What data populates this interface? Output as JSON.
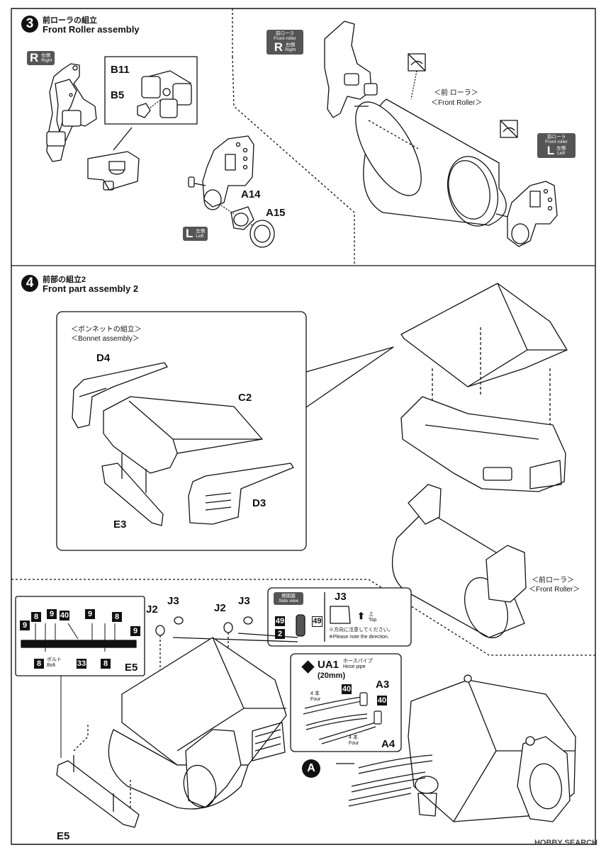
{
  "step3": {
    "number": "3",
    "title_jp": "前ローラの組立",
    "title_en": "Front Roller assembly",
    "right_tag": {
      "letter": "R",
      "jp": "右側",
      "en": "Right"
    },
    "left_tag": {
      "letter": "L",
      "jp": "左側",
      "en": "Left"
    },
    "parts": {
      "b11": "B11",
      "b5": "B5",
      "a14": "A14",
      "a15": "A15"
    },
    "front_roller_r_tag": {
      "jp": "前ローラ",
      "en": "Front roller",
      "letter": "R",
      "side_jp": "右側",
      "side_en": "Right"
    },
    "front_roller_l_tag": {
      "jp": "前ローラ",
      "en": "Front roller",
      "letter": "L",
      "side_jp": "左側",
      "side_en": "Left"
    },
    "front_roller_label_jp": "＜前 ローラ＞",
    "front_roller_label_en": "＜Front Roller＞"
  },
  "step4": {
    "number": "4",
    "title_jp": "前部の組立2",
    "title_en": "Front part assembly 2",
    "bonnet_jp": "＜ボンネットの組立＞",
    "bonnet_en": "＜Bonnet assembly＞",
    "parts": {
      "d4": "D4",
      "c2": "C2",
      "d3": "D3",
      "e3": "E3"
    },
    "front_roller_jp": "＜前ローラ＞",
    "front_roller_en": "＜Front Roller＞"
  },
  "step5": {
    "parts": {
      "j2a": "J2",
      "j3a": "J3",
      "j2b": "J2",
      "j3b": "J3",
      "e5a": "E5",
      "e5b": "E5",
      "a3": "A3",
      "a4": "A4"
    },
    "ruler": {
      "n9": "9",
      "n8": "8",
      "n40": "40",
      "n33": "33",
      "bolt_jp": "ボルト",
      "bolt_en": "Bolt"
    },
    "side_view": {
      "jp": "側面図",
      "en": "Side view",
      "n49a": "49",
      "n49b": "49",
      "n2": "2"
    },
    "j3_note": {
      "label": "J3",
      "top_jp": "上",
      "top_en": "Top",
      "note_jp": "※方向に注意してください。",
      "note_en": "※Please note the direction."
    },
    "hose": {
      "code": "UA1",
      "jp": "ホースパイプ",
      "en": "Hose pipe",
      "size": "(20mm)",
      "n40a": "40",
      "n40b": "40",
      "four_jp": "4 本",
      "four_en": "Four"
    },
    "ref_a": "A"
  },
  "watermark": "HOBBY SEARCH"
}
